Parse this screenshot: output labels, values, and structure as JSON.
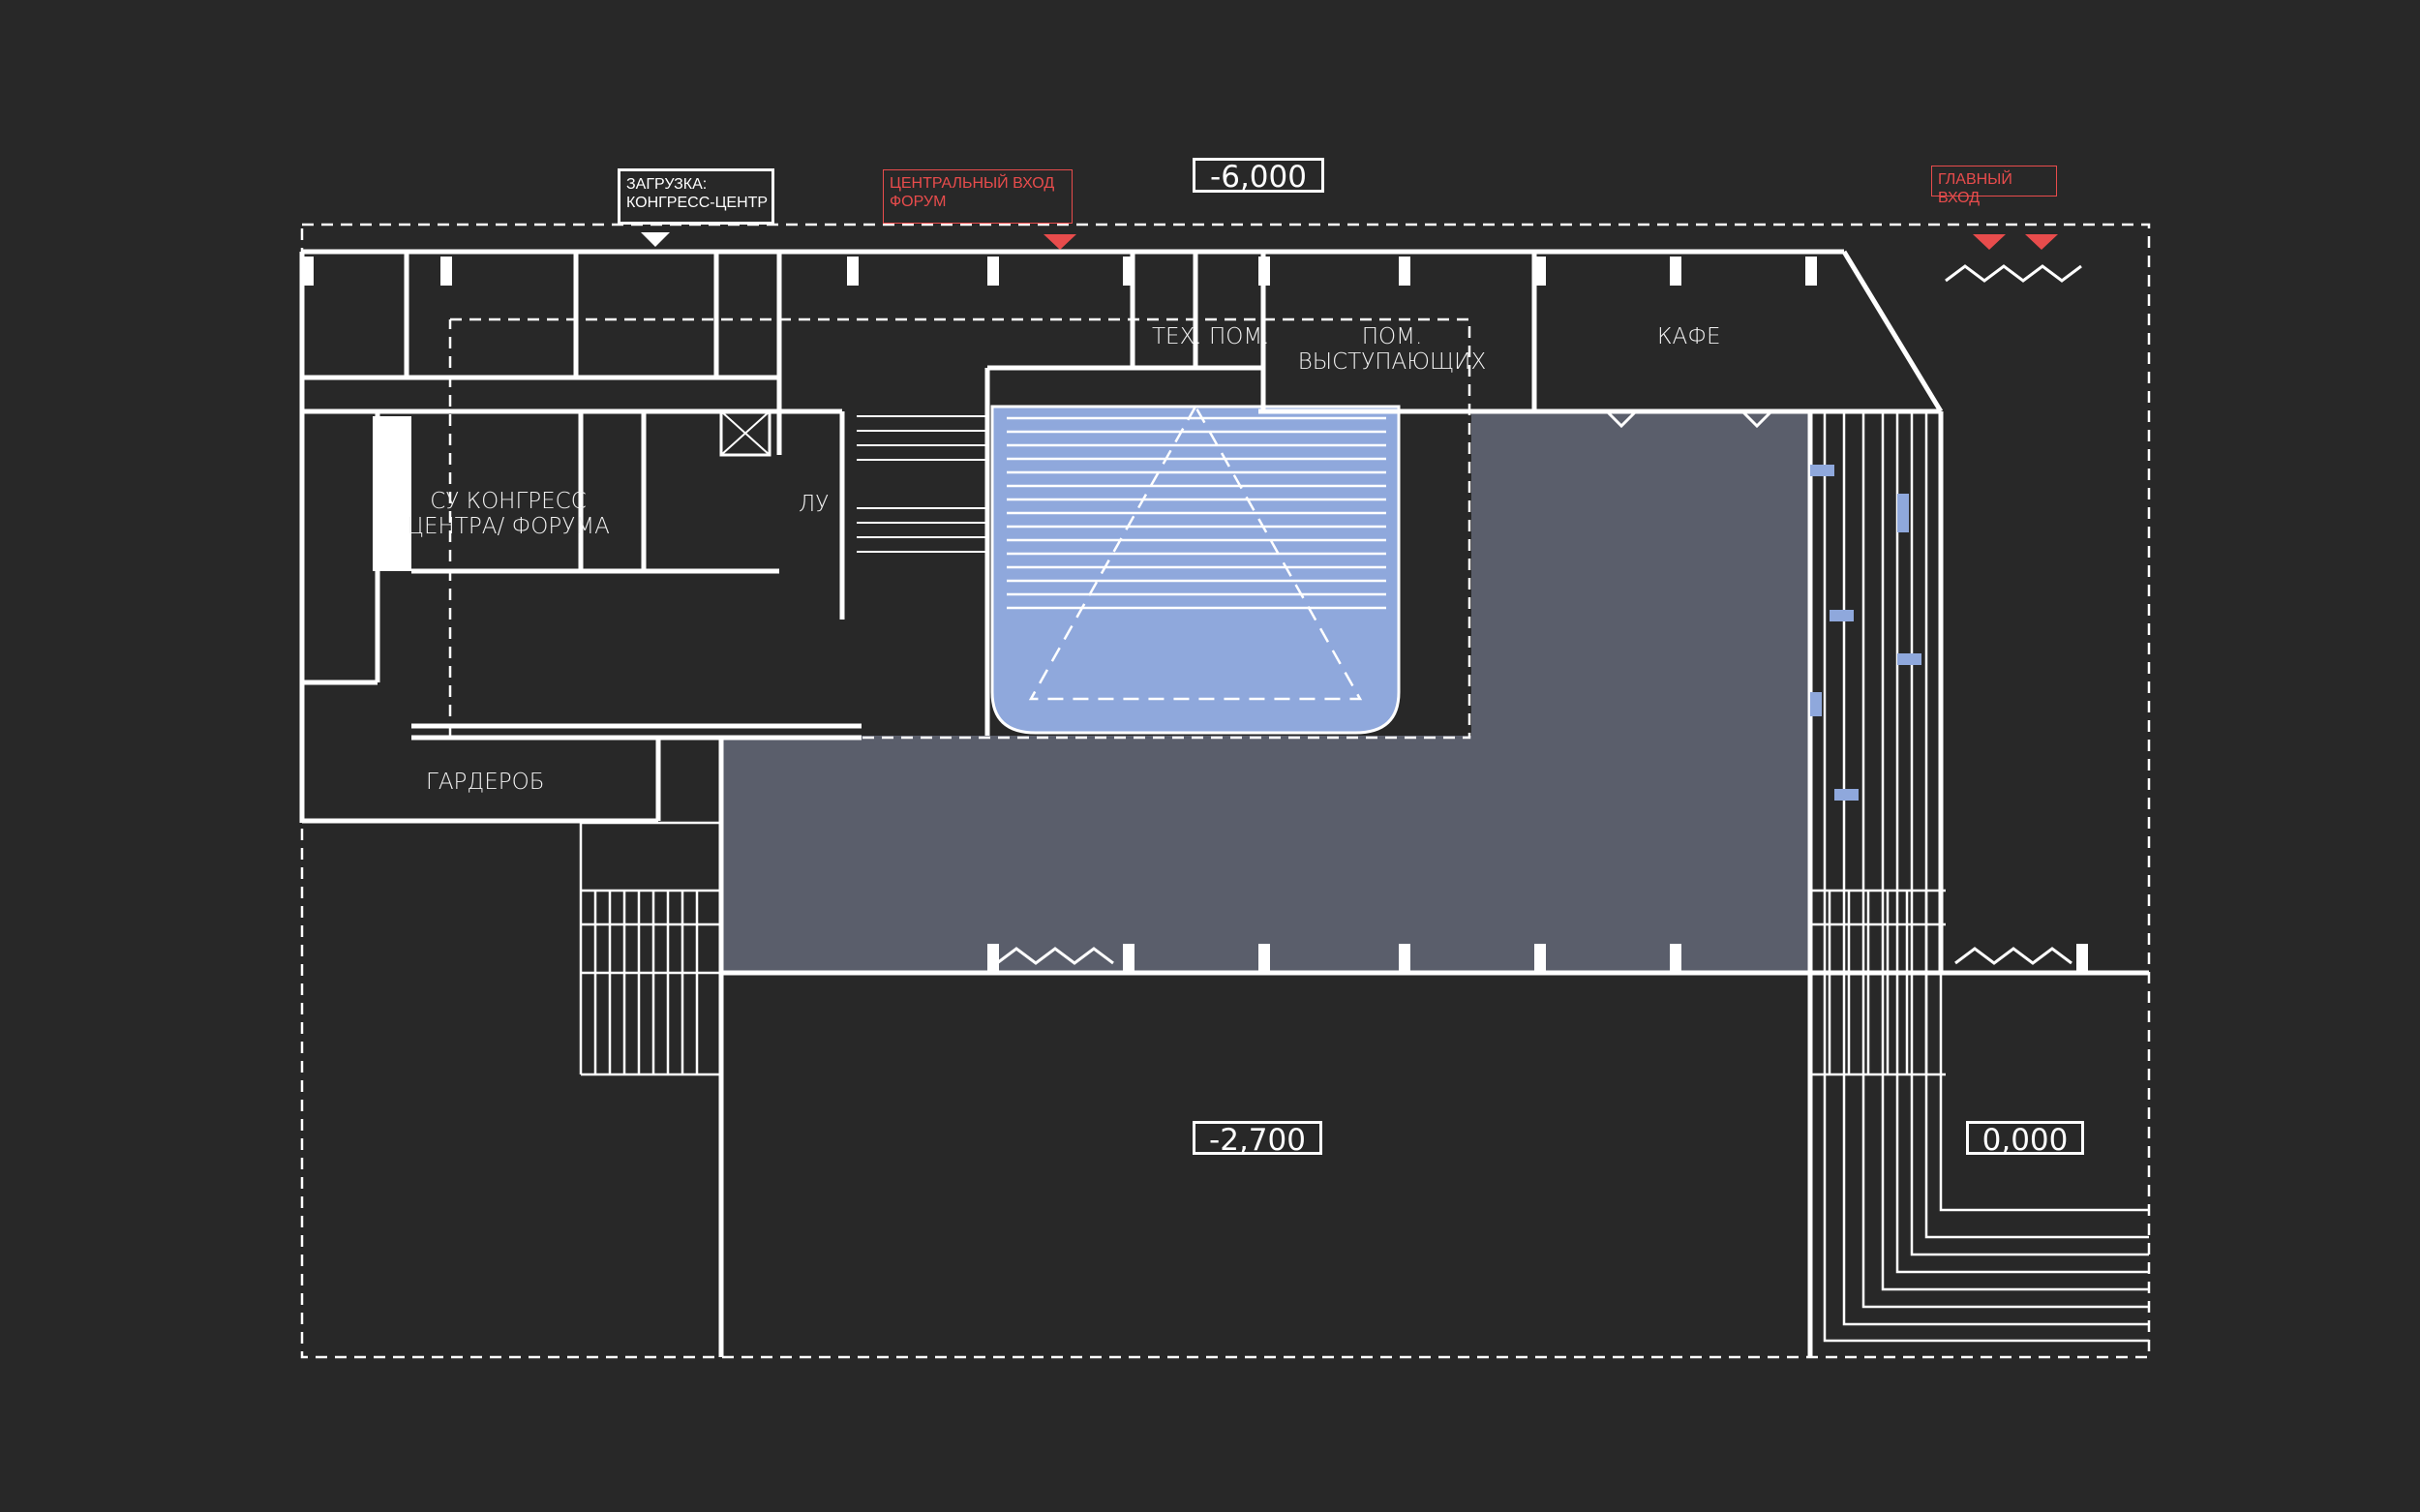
{
  "plan": {
    "background": "#282828",
    "line_color": "#ffffff",
    "hall_color": "#5a5e6b",
    "stage_color": "#8fa8dc",
    "marker_color": "#e84c4c",
    "levels": {
      "top": "-6,000",
      "bottom": "-2,700",
      "right": "0,000"
    },
    "tags": {
      "loading": "ЗАГРУЗКА:\nКОНГРЕСС-ЦЕНТР",
      "central_entrance": "ЦЕНТРАЛЬНЫЙ ВХОД\nФОРУМ",
      "main_entrance": "ГЛАВНЫЙ ВХОД"
    },
    "rooms": {
      "tech": "ТЕХ. ПОМ.",
      "performers": "ПОМ.\nВЫСТУПАЮЩИХ",
      "cafe": "КАФЕ",
      "restroom": "СУ КОНГРЕСС\nЦЕНТРА/ ФОРУМА",
      "stairs": "ЛУ",
      "cloakroom": "ГАРДЕРОБ"
    },
    "icons": [
      "entrance-arrow-icon",
      "loading-arrow-icon"
    ]
  }
}
